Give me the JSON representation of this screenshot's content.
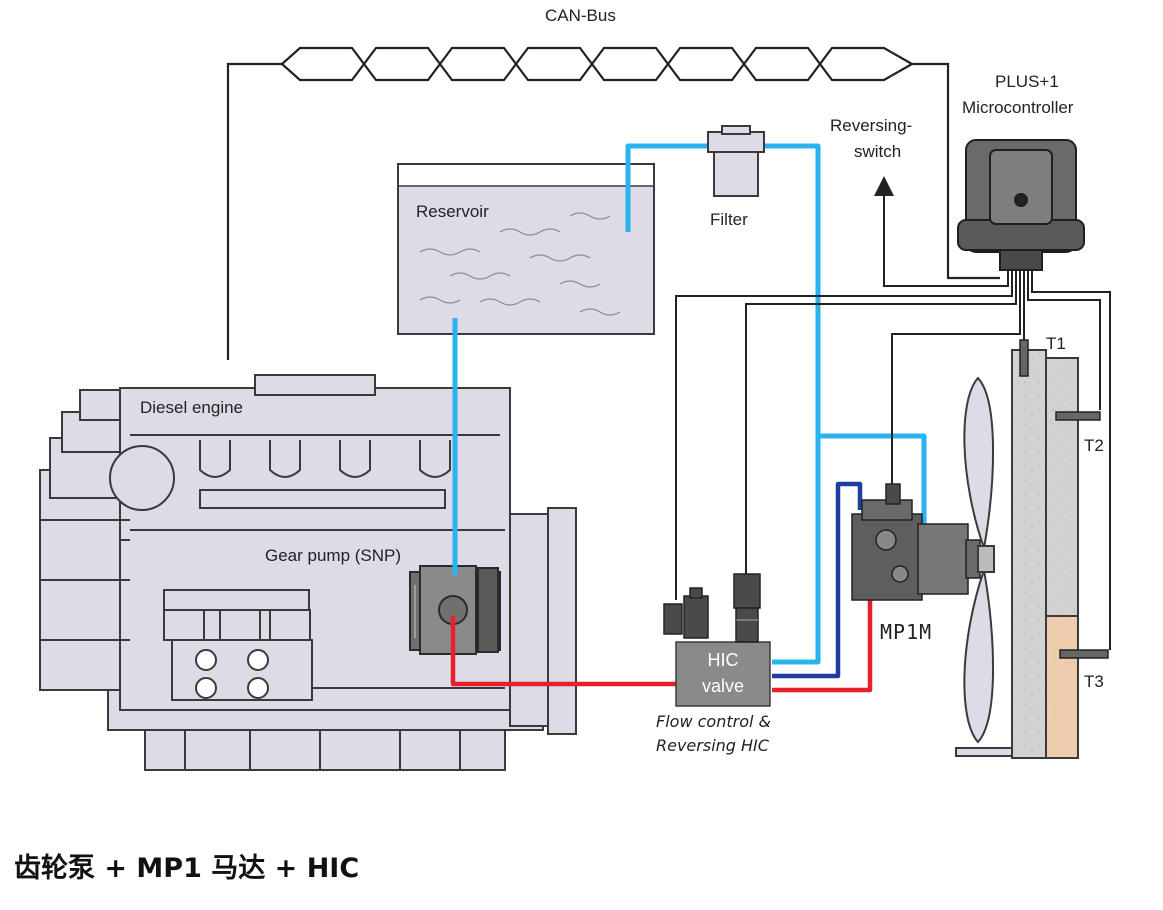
{
  "labels": {
    "can_bus": "CAN-Bus",
    "microcontroller_line1": "PLUS+1",
    "microcontroller_line2": "Microcontroller",
    "reversing_switch_line1": "Reversing-",
    "reversing_switch_line2": "switch",
    "reservoir": "Reservoir",
    "filter": "Filter",
    "diesel_engine": "Diesel engine",
    "gear_pump": "Gear pump (SNP)",
    "hic_valve_line1": "HIC",
    "hic_valve_line2": "valve",
    "flow_control_line1": "Flow control &",
    "flow_control_line2": "Reversing HIC",
    "motor": "MP1M",
    "t1": "T1",
    "t2": "T2",
    "t3": "T3"
  },
  "caption": "齿轮泵 + MP1 马达 + HIC",
  "colors": {
    "hose_low_pressure": "#2ab4ee",
    "hose_pressure": "#e8202a",
    "hose_return": "#1f3fa0",
    "signal_wire": "#222222",
    "machine_fill": "#dedbe6",
    "machine_stroke": "#3a3a3a",
    "radiator_top": "#d6d6d6",
    "radiator_bottom": "#f3cfb0",
    "controller_fill": "#6a6a6a"
  }
}
